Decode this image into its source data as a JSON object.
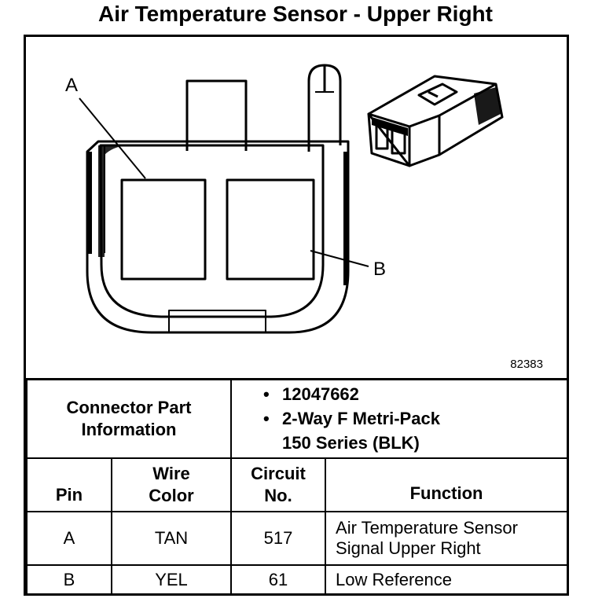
{
  "title": "Air Temperature Sensor - Upper Right",
  "figure_number": "82383",
  "callouts": {
    "a": "A",
    "b": "B"
  },
  "connector_info": {
    "label_line1": "Connector Part",
    "label_line2": "Information",
    "bullets": [
      {
        "symbol": "•",
        "text": "12047662"
      },
      {
        "symbol": "•",
        "text": "2-Way F Metri-Pack",
        "continuation": "150 Series (BLK)"
      }
    ]
  },
  "pin_table": {
    "headers": {
      "pin": "Pin",
      "wire_color_line1": "Wire",
      "wire_color_line2": "Color",
      "circuit_line1": "Circuit",
      "circuit_line2": "No.",
      "function": "Function"
    },
    "rows": [
      {
        "pin": "A",
        "wire_color": "TAN",
        "circuit": "517",
        "function_line1": "Air Temperature Sensor",
        "function_line2": "Signal Upper Right"
      },
      {
        "pin": "B",
        "wire_color": "YEL",
        "circuit": "61",
        "function_line1": "Low Reference",
        "function_line2": ""
      }
    ]
  }
}
